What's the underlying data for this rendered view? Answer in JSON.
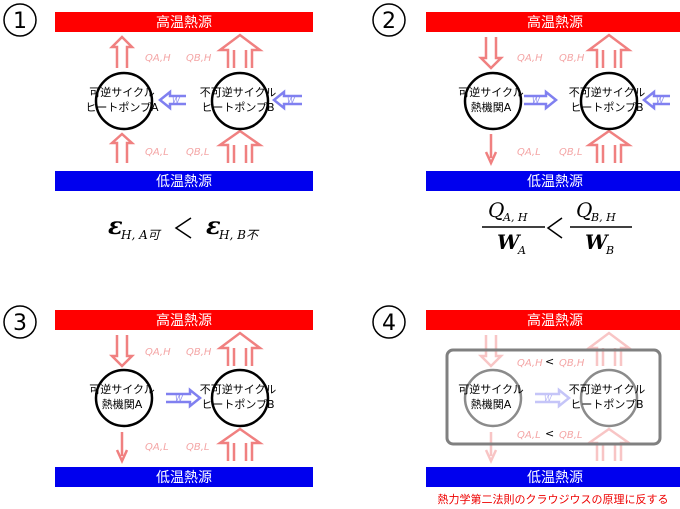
{
  "panels": {
    "p1": {
      "number": "1",
      "hot": "高温熱源",
      "cold": "低温熱源",
      "left_line1": "可逆サイクル",
      "left_line2": "ヒートポンプA",
      "right_line1": "不可逆サイクル",
      "right_line2": "ヒートポンプB",
      "qah": "QA,H",
      "qbh": "QB,H",
      "qal": "QA,L",
      "qbl": "QB,L",
      "w1": "W",
      "w2": "W",
      "eps_left_sym": "ε",
      "eps_left_sub": "H, A可",
      "eps_right_sym": "ε",
      "eps_right_sub": "H, B不",
      "relation": "<"
    },
    "p2": {
      "number": "2",
      "hot": "高温熱源",
      "cold": "低温熱源",
      "left_line1": "可逆サイクル",
      "left_line2": "熱機関A",
      "right_line1": "不可逆サイクル",
      "right_line2": "ヒートポンプB",
      "qah": "QA,H",
      "qbh": "QB,H",
      "qal": "QA,L",
      "qbl": "QB,L",
      "w1": "W",
      "w2": "W",
      "frac_left_num": "Q",
      "frac_left_num_sub": "A, H",
      "frac_left_den": "W",
      "frac_left_den_sub": "A",
      "frac_right_num": "Q",
      "frac_right_num_sub": "B, H",
      "frac_right_den": "W",
      "frac_right_den_sub": "B",
      "relation": "<"
    },
    "p3": {
      "number": "3",
      "hot": "高温熱源",
      "cold": "低温熱源",
      "left_line1": "可逆サイクル",
      "left_line2": "熱機関A",
      "right_line1": "不可逆サイクル",
      "right_line2": "ヒートポンプB",
      "qah": "QA,H",
      "qbh": "QB,H",
      "qal": "QA,L",
      "qbl": "QB,L",
      "w1": "W"
    },
    "p4": {
      "number": "4",
      "hot": "高温熱源",
      "cold": "低温熱源",
      "left_line1": "可逆サイクル",
      "left_line2": "熱機関A",
      "right_line1": "不可逆サイクル",
      "right_line2": "ヒートポンプB",
      "qah": "QA,H",
      "qbh": "QB,H",
      "qal": "QA,L",
      "qbl": "QB,L",
      "w1": "W",
      "rel_top": "<",
      "rel_bottom": "<",
      "note": "熱力学第二法則のクラウジウスの原理に反する"
    }
  },
  "colors": {
    "hot": "#ff0000",
    "cold": "#0000ee",
    "heat_arrow": "#f08080",
    "work_arrow": "#8080f0",
    "frame": "#808080"
  }
}
